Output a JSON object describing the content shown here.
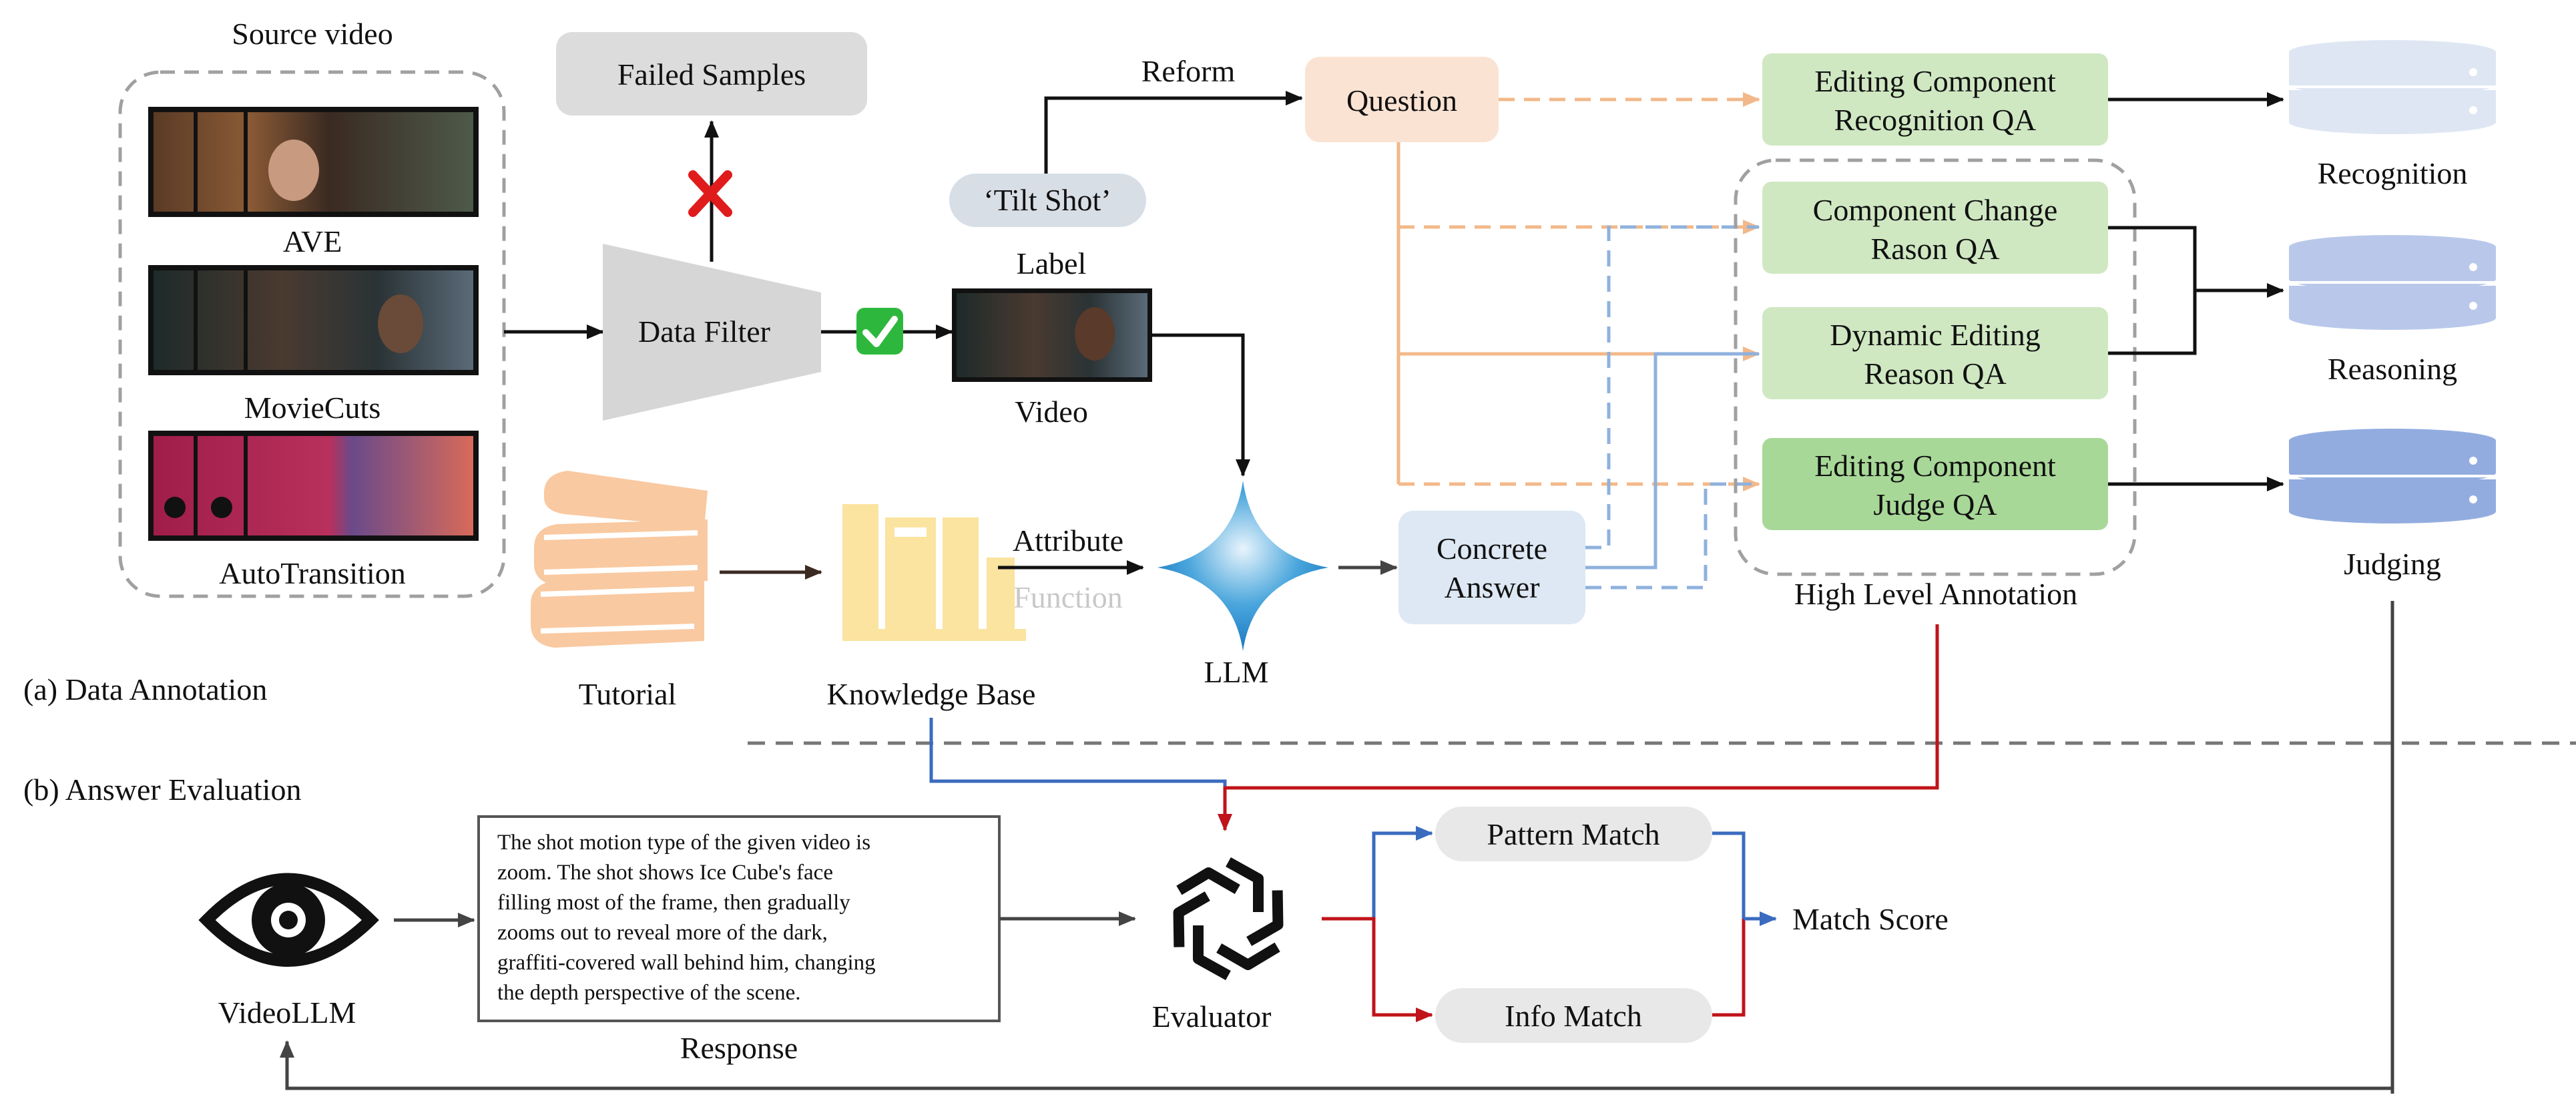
{
  "sections": {
    "annotation": "(a) Data Annotation",
    "evaluation": "(b) Answer Evaluation"
  },
  "source": {
    "title": "Source video",
    "datasets": [
      "AVE",
      "MovieCuts",
      "AutoTransition"
    ]
  },
  "filter": {
    "label": "Data Filter",
    "failed": "Failed Samples",
    "reject_icon": "red-cross-icon",
    "pass_icon": "green-check-icon"
  },
  "label_node": {
    "tag": "‘Tilt Shot’",
    "label": "Label",
    "video": "Video",
    "reform": "Reform"
  },
  "question": "Question",
  "tutorial": "Tutorial",
  "knowledge_base": {
    "label": "Knowledge Base",
    "attribute": "Attribute",
    "function": "Function"
  },
  "llm": "LLM",
  "concrete_answer": [
    "Concrete",
    "Answer"
  ],
  "qa_boxes": [
    {
      "lines": [
        "Editing Component",
        "Recognition QA"
      ]
    },
    {
      "lines": [
        "Component Change",
        "Rason QA"
      ]
    },
    {
      "lines": [
        "Dynamic Editing",
        "Reason QA"
      ]
    },
    {
      "lines": [
        "Editing Component",
        "Judge QA"
      ]
    }
  ],
  "high_level": "High Level Annotation",
  "databases": [
    "Recognition",
    "Reasoning",
    "Judging"
  ],
  "evaluation": {
    "videollm": "VideoLLM",
    "response_label": "Response",
    "response_lines": [
      "The shot motion type of the given video is",
      "zoom. The shot shows Ice Cube's face",
      "filling most of the frame, then gradually",
      "zooms out to reveal more of the dark,",
      "graffiti-covered wall behind him, changing",
      "the depth perspective of the scene."
    ],
    "evaluator": "Evaluator",
    "pattern_match": "Pattern Match",
    "info_match": "Info Match",
    "match_score": "Match Score"
  },
  "colors": {
    "orange": "#f2b88a",
    "question_fill": "#fbe3d3",
    "green_light": "#cfe8c2",
    "green_dark": "#a8d898",
    "blue_dash": "#8fb1dd",
    "answer_fill": "#dde8f4",
    "red": "#c0141a",
    "blue_line": "#3a6bbf",
    "db_light": "#dfe6f3",
    "db_mid": "#b9c8ea",
    "db_dark": "#93ace0",
    "book_orange": "#f9c9a1",
    "shelf_yellow": "#fbe3a0"
  }
}
